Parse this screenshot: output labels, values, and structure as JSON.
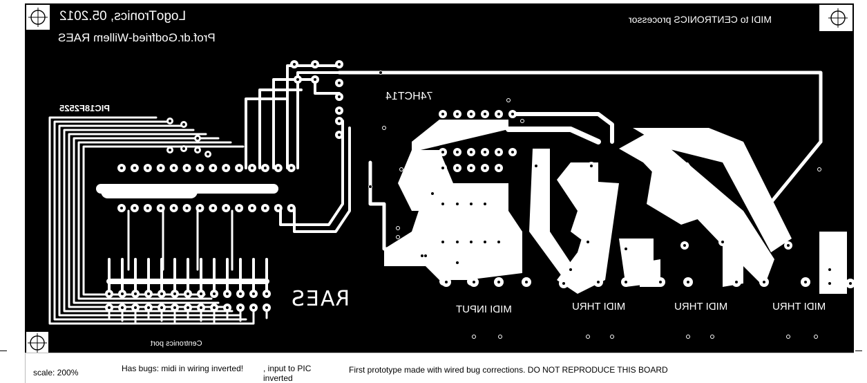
{
  "board": {
    "title_line1": "LogoTronics, 05.2012",
    "title_line2": "Prof.dr.Godfried-Willem RAES",
    "project": "MIDI to CENTRONICS processor",
    "ic_pic": "PIC18F2525",
    "ic_hc": "74HCT14",
    "logo": "RAES",
    "port": "Centronics port",
    "connectors": [
      "MIDI INPUT",
      "MIDI THRU",
      "MIDI THRU",
      "MIDI THRU"
    ]
  },
  "footer": {
    "scale": "scale: 200%",
    "bugs": "Has bugs: midi in wiring inverted!",
    "input_pic_1": ", input to PIC",
    "input_pic_2": "inverted",
    "note": "First prototype made with wired bug corrections. DO NOT REPRODUCE THIS BOARD"
  },
  "colors": {
    "copper": "#ffffff",
    "substrate": "#000000"
  }
}
